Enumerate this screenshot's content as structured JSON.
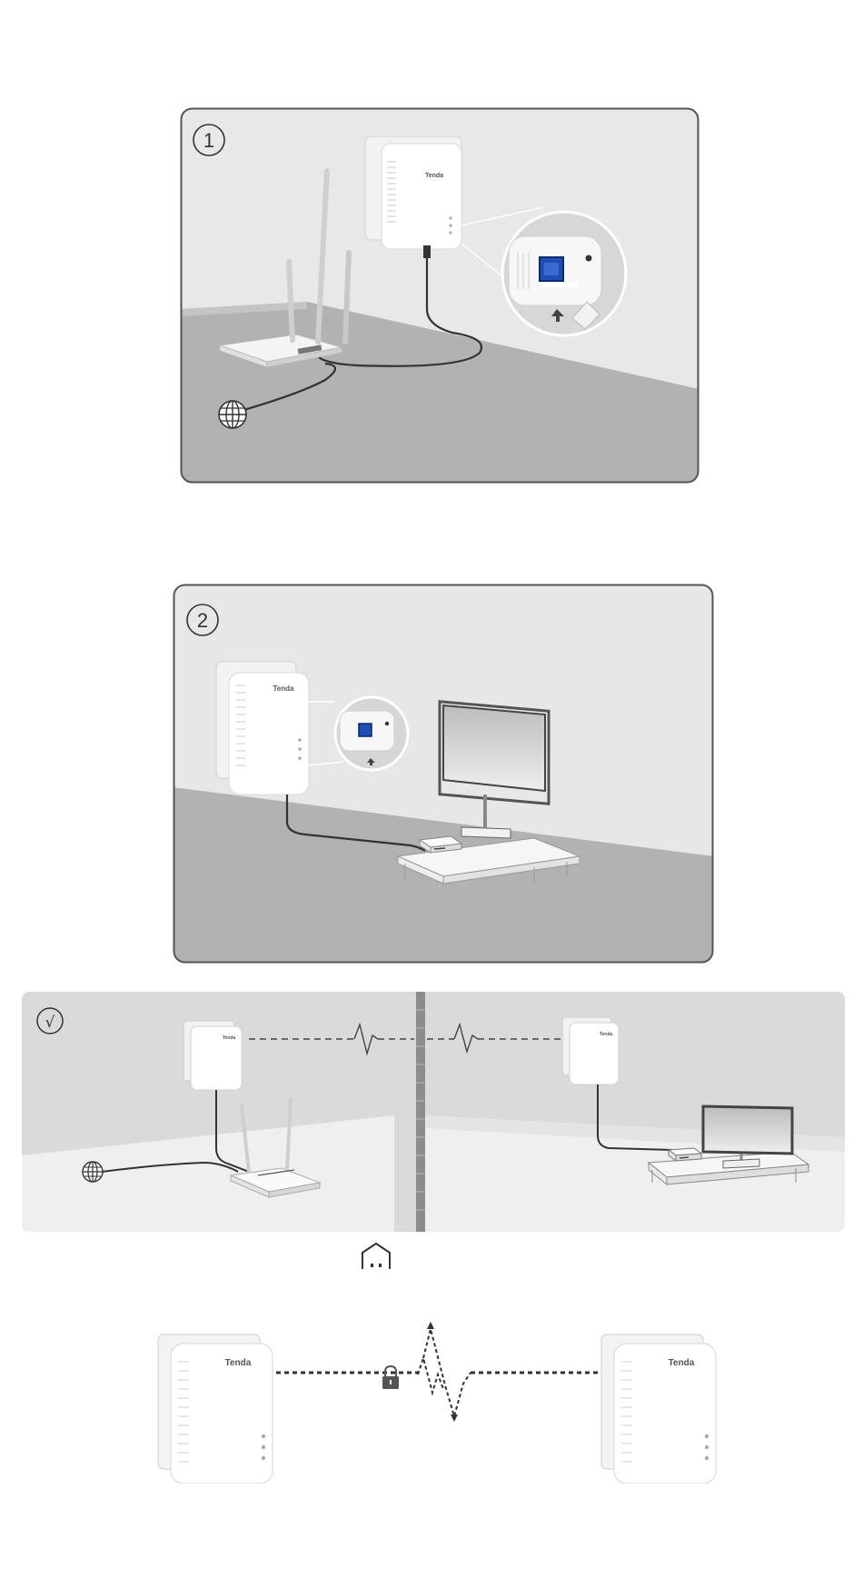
{
  "steps": [
    {
      "number": "1"
    },
    {
      "number": "2"
    }
  ],
  "result": {
    "mark": "√"
  },
  "brand": "Tenda",
  "icons": {
    "internet": "globe-icon",
    "home": "house-icon",
    "encryption": "padlock-icon",
    "signal": "zigzag-signal-icon"
  },
  "colors": {
    "panel_wall": "#e6e6e6",
    "panel_floor": "#b3b3b3",
    "panel_border": "#555555",
    "cable": "#333333",
    "port_blue": "#1e4fb5"
  }
}
